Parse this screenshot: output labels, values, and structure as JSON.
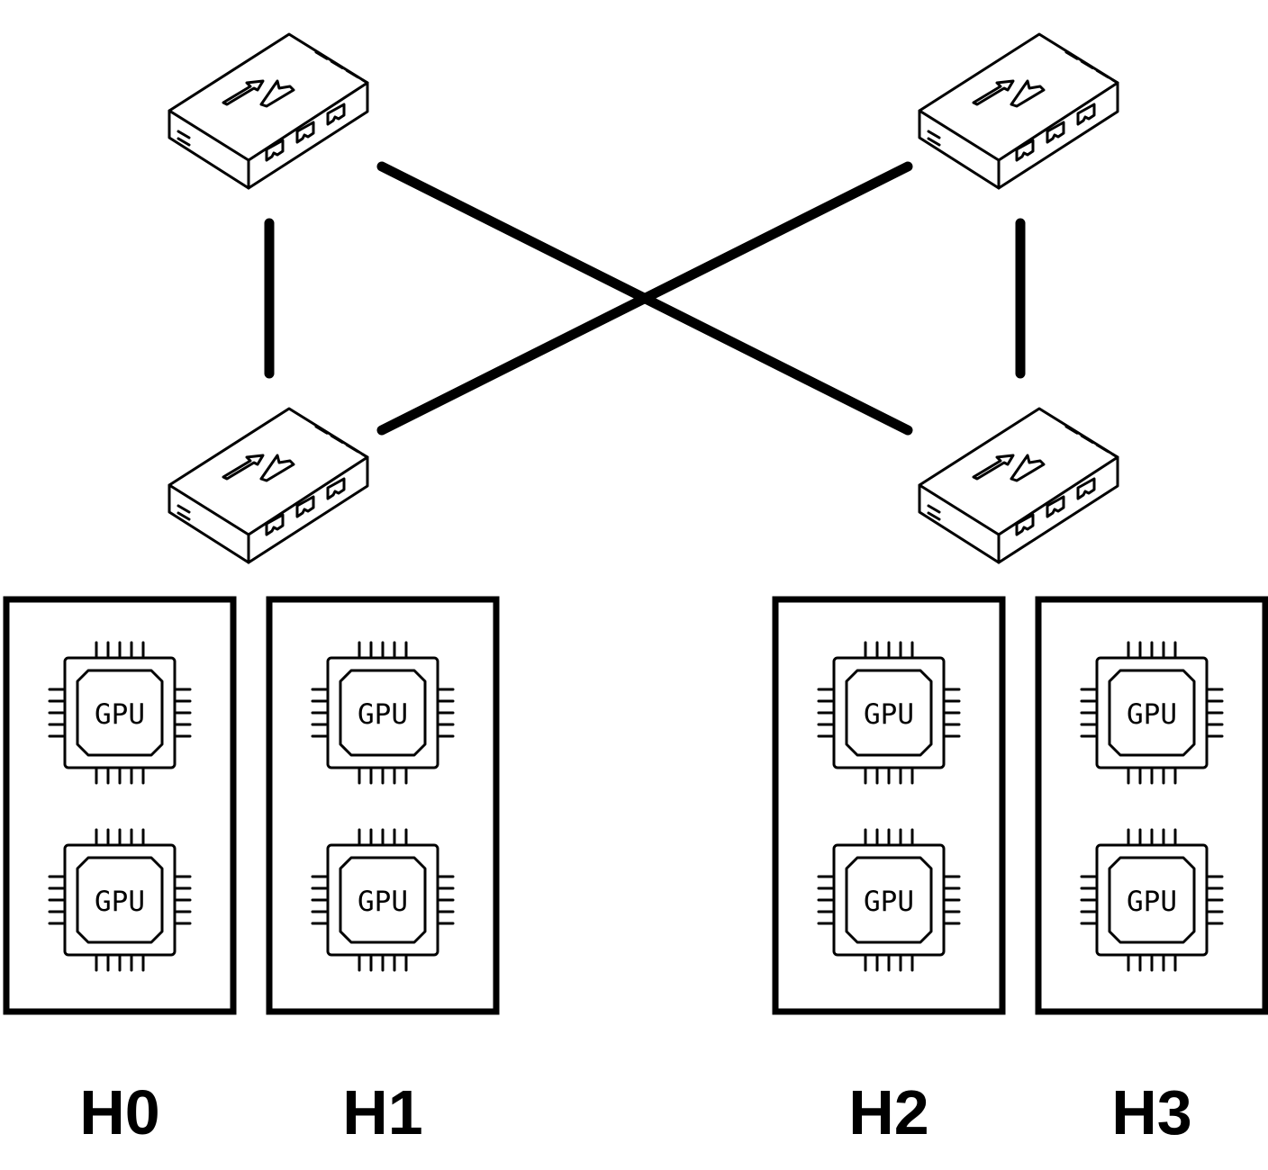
{
  "colors": {
    "stroke": "#000000",
    "background": "#ffffff"
  },
  "switches": {
    "spine": [
      {
        "icon": "network-switch-icon"
      },
      {
        "icon": "network-switch-icon"
      }
    ],
    "leaf": [
      {
        "icon": "network-switch-icon"
      },
      {
        "icon": "network-switch-icon"
      }
    ]
  },
  "links": [
    {
      "from": "spine-0",
      "to": "leaf-0"
    },
    {
      "from": "spine-0",
      "to": "leaf-1"
    },
    {
      "from": "spine-1",
      "to": "leaf-0"
    },
    {
      "from": "spine-1",
      "to": "leaf-1"
    }
  ],
  "hosts": [
    {
      "label": "H0",
      "leaf": "leaf-0",
      "gpus": [
        "GPU",
        "GPU"
      ]
    },
    {
      "label": "H1",
      "leaf": "leaf-0",
      "gpus": [
        "GPU",
        "GPU"
      ]
    },
    {
      "label": "H2",
      "leaf": "leaf-1",
      "gpus": [
        "GPU",
        "GPU"
      ]
    },
    {
      "label": "H3",
      "leaf": "leaf-1",
      "gpus": [
        "GPU",
        "GPU"
      ]
    }
  ]
}
